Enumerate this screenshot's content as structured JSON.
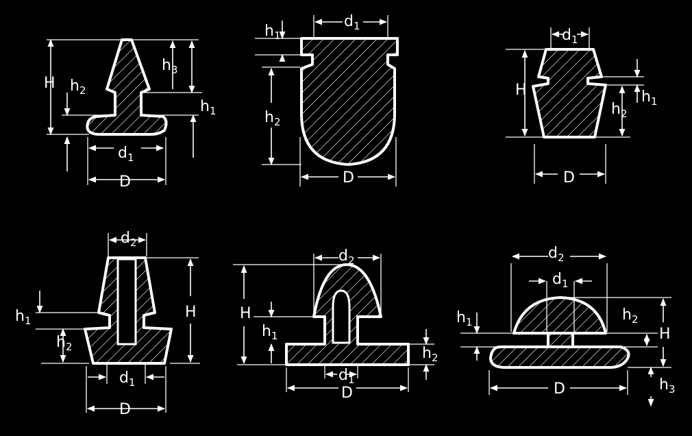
{
  "labels": {
    "H": "H",
    "h": "h",
    "d": "d",
    "D": "D",
    "sub1": "1",
    "sub2": "2",
    "sub3": "3"
  },
  "colors": {
    "background": "#000000",
    "line": "#ffffff"
  }
}
